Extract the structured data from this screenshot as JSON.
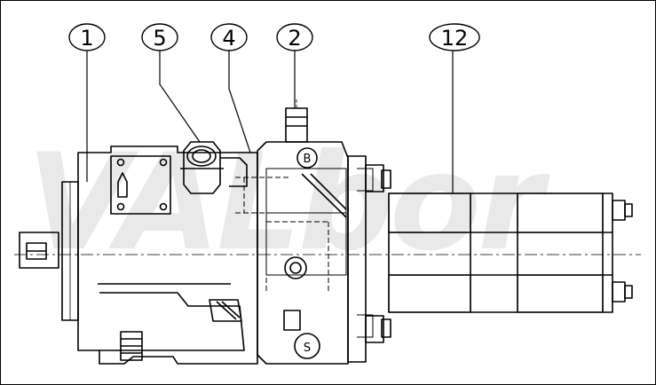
{
  "diagram": {
    "watermark": "VALbor",
    "callouts": [
      {
        "label": "1"
      },
      {
        "label": "5"
      },
      {
        "label": "4"
      },
      {
        "label": "2"
      },
      {
        "label": "12"
      }
    ],
    "ports": [
      {
        "label": "B"
      },
      {
        "label": "S"
      }
    ],
    "colors": {
      "line": "#000000",
      "background": "#ffffff",
      "watermark": "#e9e9e9"
    }
  }
}
